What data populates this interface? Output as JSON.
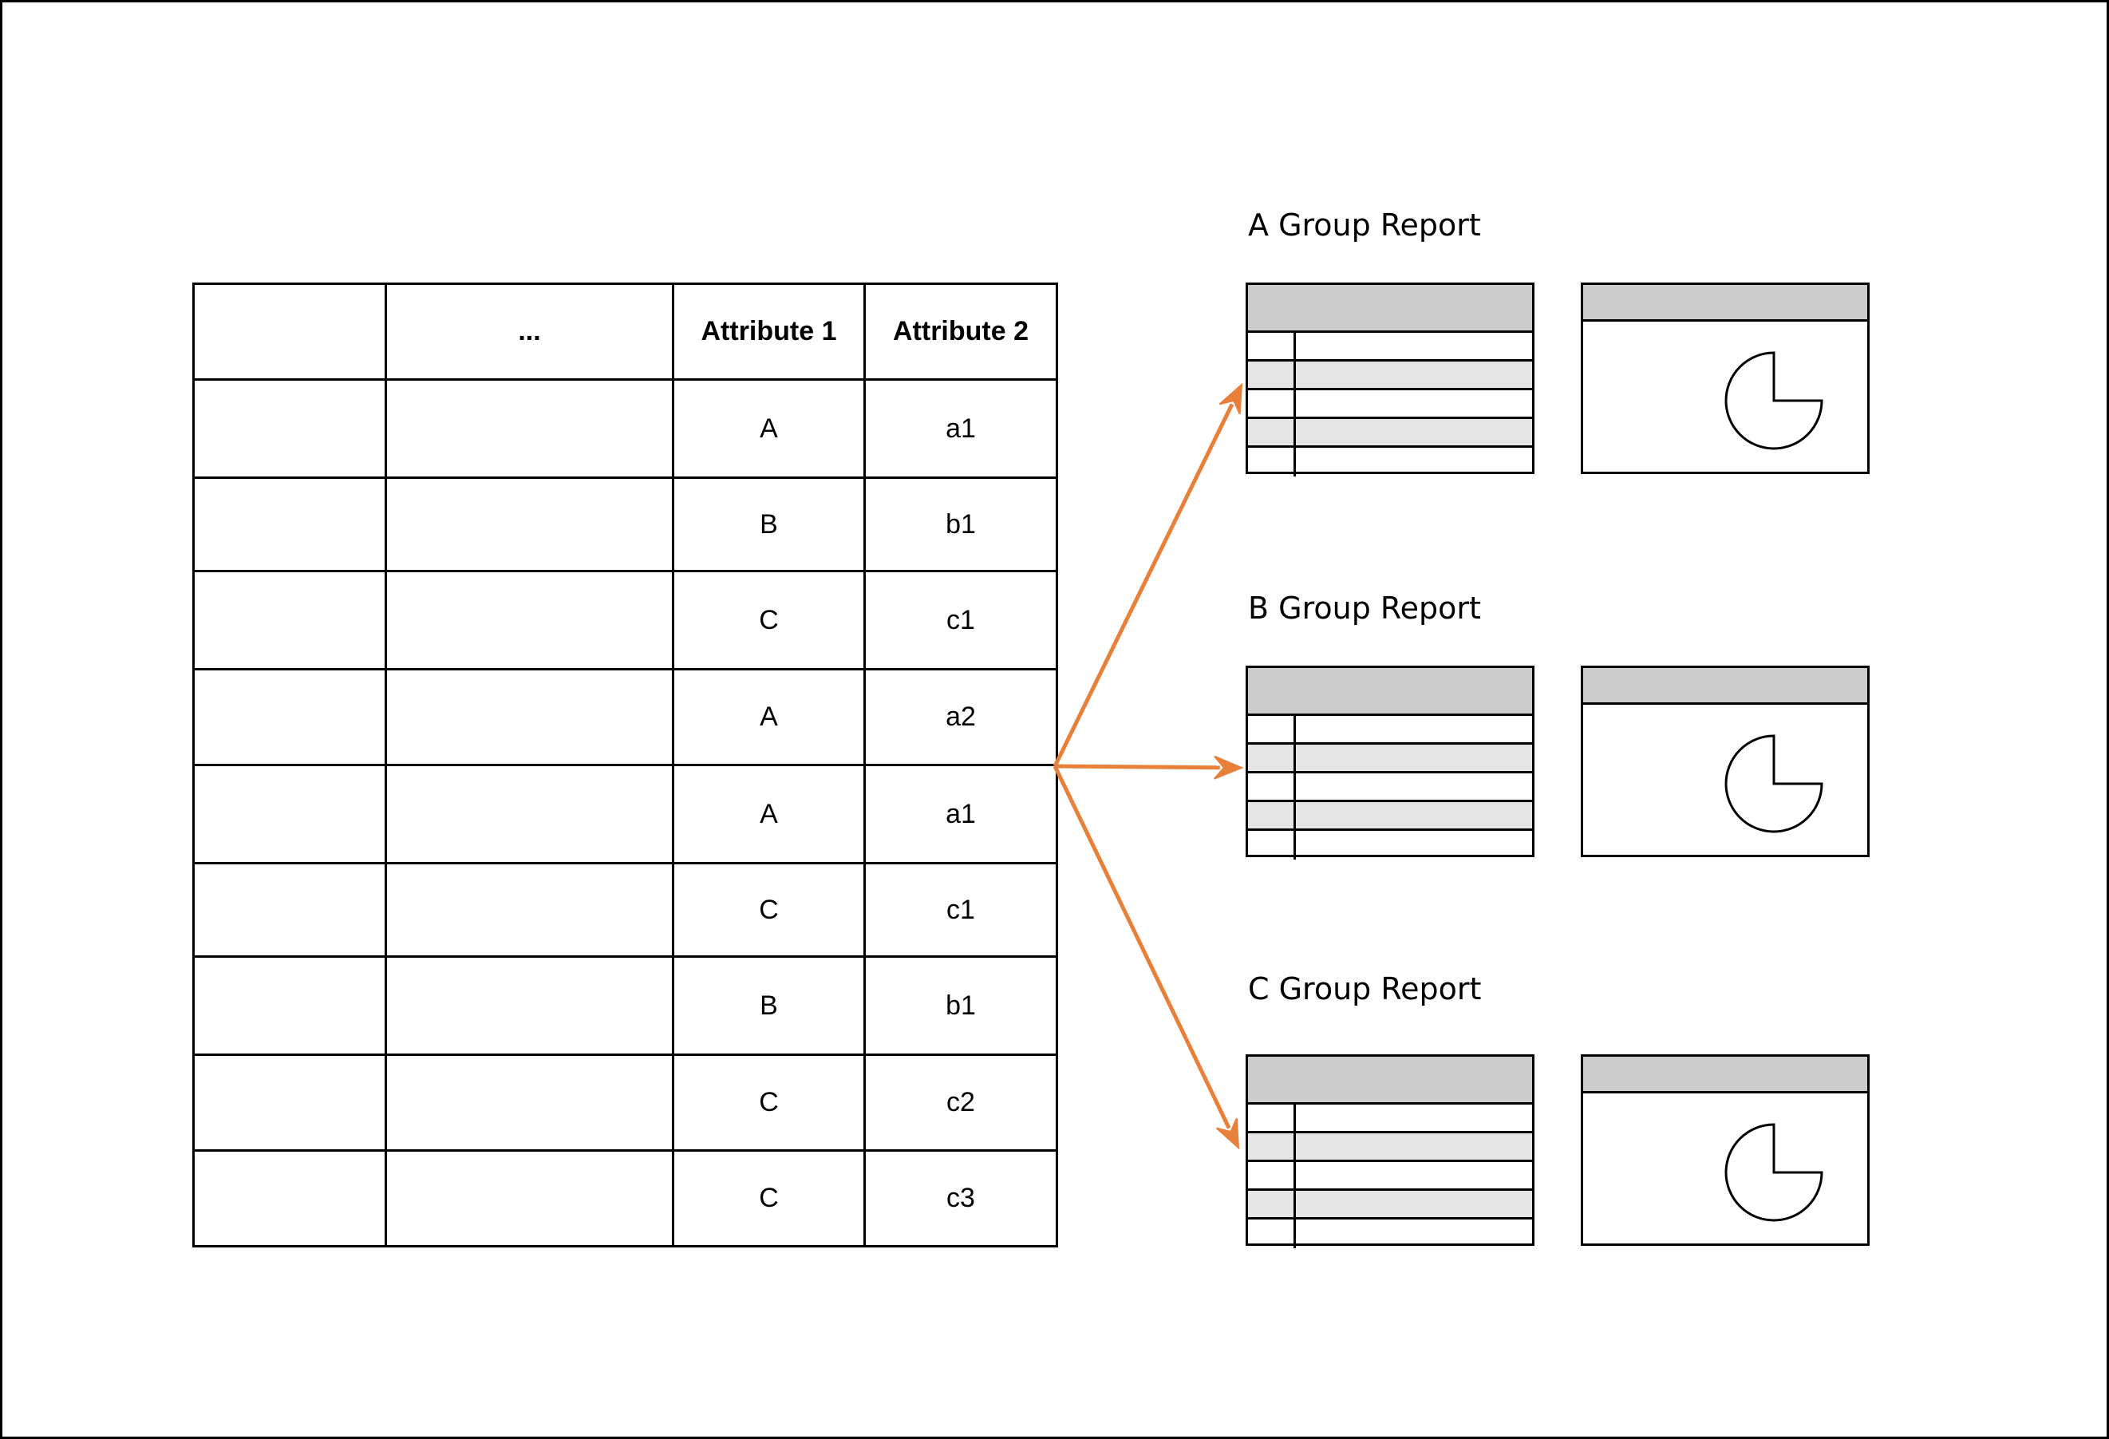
{
  "table": {
    "headers": [
      "",
      "...",
      "Attribute 1",
      "Attribute 2"
    ],
    "rows": [
      [
        "",
        "",
        "A",
        "a1"
      ],
      [
        "",
        "",
        "B",
        "b1"
      ],
      [
        "",
        "",
        "C",
        "c1"
      ],
      [
        "",
        "",
        "A",
        "a2"
      ],
      [
        "",
        "",
        "A",
        "a1"
      ],
      [
        "",
        "",
        "C",
        "c1"
      ],
      [
        "",
        "",
        "B",
        "b1"
      ],
      [
        "",
        "",
        "C",
        "c2"
      ],
      [
        "",
        "",
        "C",
        "c3"
      ]
    ]
  },
  "reports": [
    {
      "title": "A Group Report"
    },
    {
      "title": "B Group Report"
    },
    {
      "title": "C Group Report"
    }
  ],
  "colors": {
    "arrow": "#E8803A",
    "header_fill": "#CCCCCC",
    "row_shade": "#E5E5E5"
  }
}
